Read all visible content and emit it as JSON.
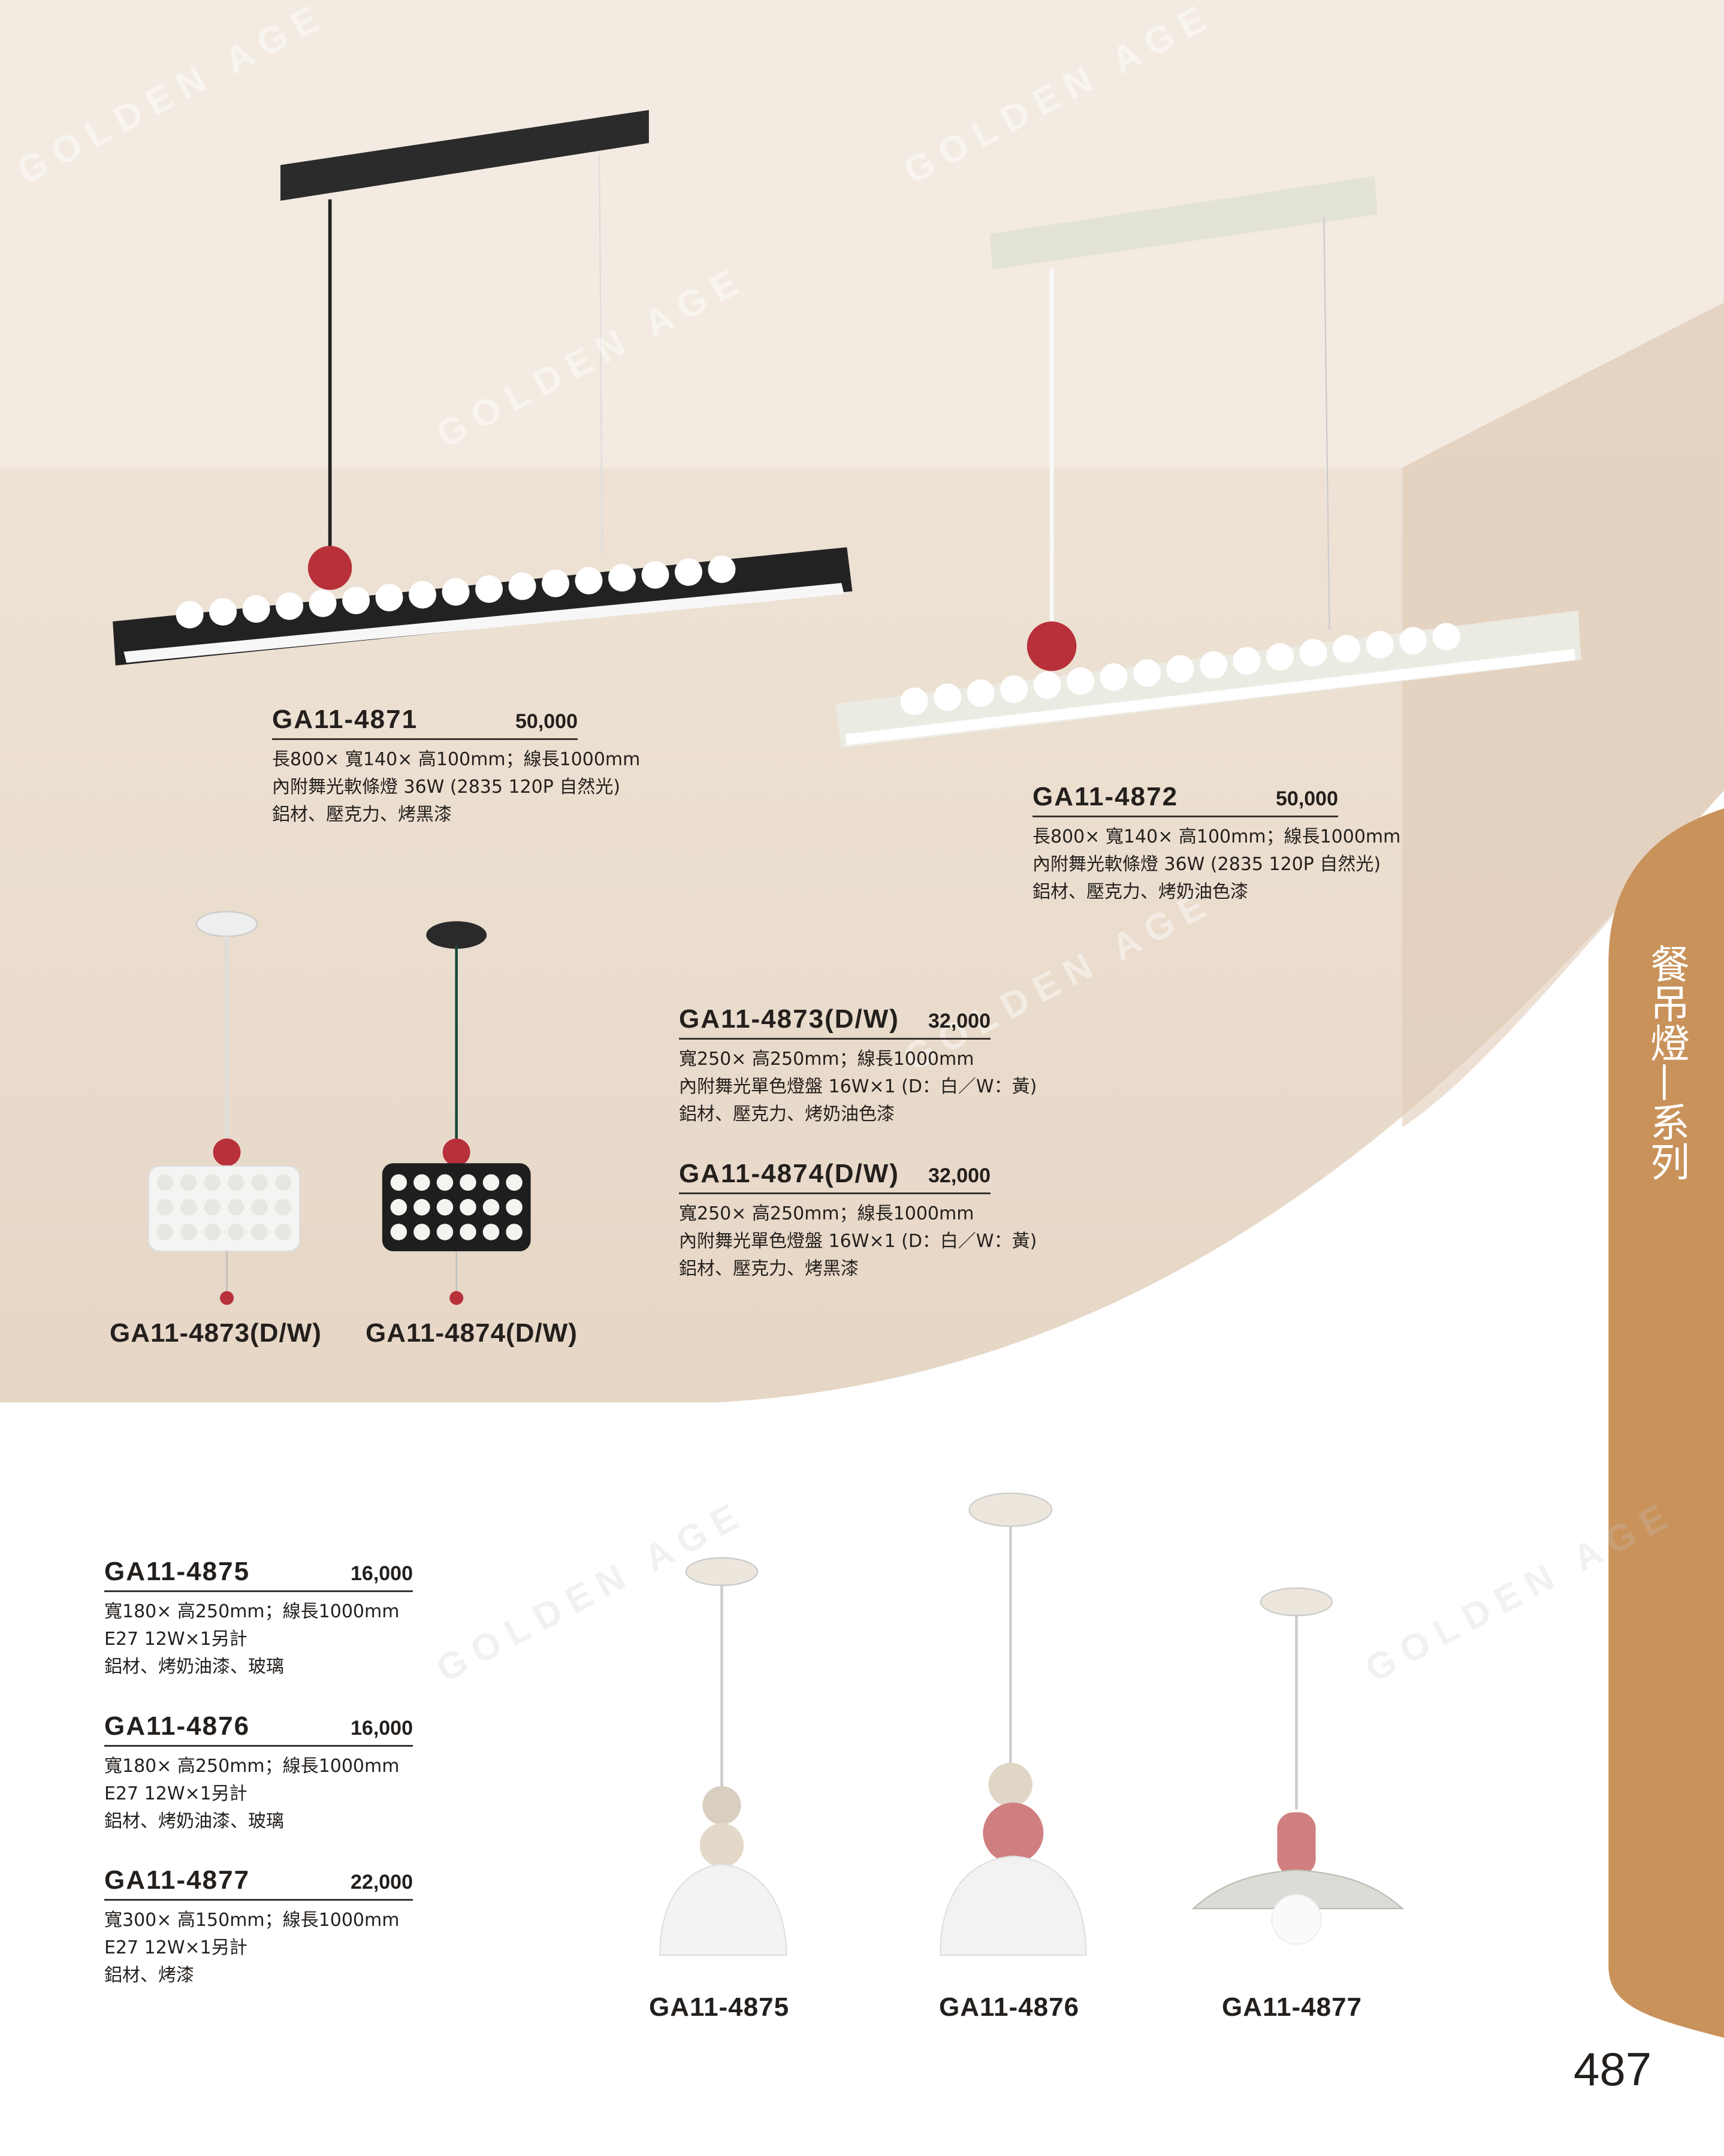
{
  "watermark": "GOLDEN AGE",
  "colors": {
    "tab": "#c8925a",
    "wall": "#e9ddd0",
    "accent_red": "#b8303a"
  },
  "side_tab": {
    "title": "餐吊燈—系列"
  },
  "page_number": "487",
  "products_top": [
    {
      "model": "GA11-4871",
      "price": "50,000",
      "specs": [
        "長800× 寬140× 高100mm；線長1000mm",
        "內附舞光軟條燈 36W (2835 120P 自然光)",
        "鋁材、壓克力、烤黑漆"
      ]
    },
    {
      "model": "GA11-4872",
      "price": "50,000",
      "specs": [
        "長800× 寬140× 高100mm；線長1000mm",
        "內附舞光軟條燈 36W (2835 120P 自然光)",
        "鋁材、壓克力、烤奶油色漆"
      ]
    },
    {
      "model": "GA11-4873(D/W)",
      "price": "32,000",
      "specs": [
        "寬250× 高250mm；線長1000mm",
        "內附舞光單色燈盤 16W×1 (D：白／W：黃)",
        "鋁材、壓克力、烤奶油色漆"
      ]
    },
    {
      "model": "GA11-4874(D/W)",
      "price": "32,000",
      "specs": [
        "寬250× 高250mm；線長1000mm",
        "內附舞光單色燈盤 16W×1 (D：白／W：黃)",
        "鋁材、壓克力、烤黑漆"
      ]
    }
  ],
  "products_bottom": [
    {
      "model": "GA11-4875",
      "price": "16,000",
      "specs": [
        "寬180× 高250mm；線長1000mm",
        "E27 12W×1另計",
        "鋁材、烤奶油漆、玻璃"
      ]
    },
    {
      "model": "GA11-4876",
      "price": "16,000",
      "specs": [
        "寬180× 高250mm；線長1000mm",
        "E27 12W×1另計",
        "鋁材、烤奶油漆、玻璃"
      ]
    },
    {
      "model": "GA11-4877",
      "price": "22,000",
      "specs": [
        "寬300× 高150mm；線長1000mm",
        "E27 12W×1另計",
        "鋁材、烤漆"
      ]
    }
  ],
  "image_labels": [
    "GA11-4873(D/W)",
    "GA11-4874(D/W)",
    "GA11-4875",
    "GA11-4876",
    "GA11-4877"
  ]
}
